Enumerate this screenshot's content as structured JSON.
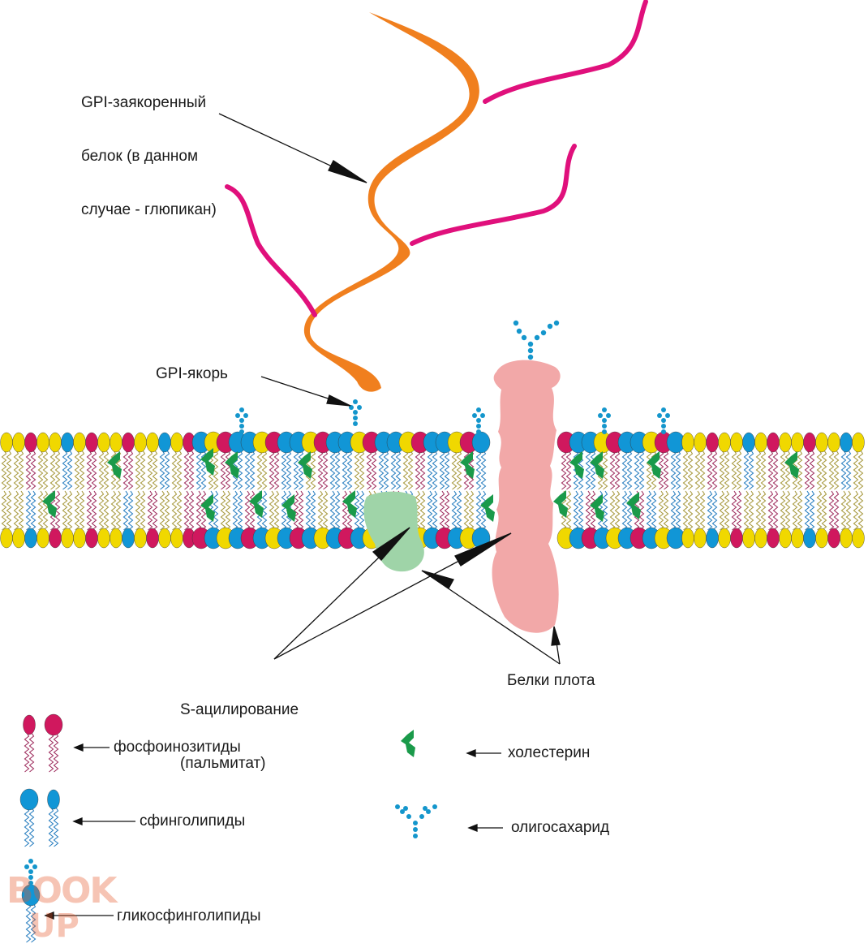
{
  "labels": {
    "gpi_protein_line1": "GPI-заякоренный",
    "gpi_protein_line2": "белок (в данном",
    "gpi_protein_line3": "случае - глюпикан)",
    "gpi_anchor": "GPI-якорь",
    "s_acylation_line1": "S-ацилирование",
    "s_acylation_line2": "(пальмитат)",
    "raft_proteins": "Белки плота"
  },
  "legend": {
    "phosphoinositides": "фосфоинозитиды",
    "sphingolipids": "сфинголипиды",
    "glycosphingolipids": "гликосфинголипиды",
    "cholesterol": "холестерин",
    "oligosaccharide": "олигосахарид"
  },
  "watermark": {
    "top": "BOOK",
    "bottom": "UP"
  },
  "colors": {
    "phosphoinositide": "#d0185e",
    "sphingolipid": "#1196d6",
    "phospholipid": "#f0d800",
    "cholesterol": "#1a9a4a",
    "gpi_protein": "#f07f1e",
    "glypican_chains": "#e0107c",
    "raft_protein": "#f2a8a8",
    "acylated_protein": "#9fd4a8",
    "oligosaccharide": "#1496cc"
  }
}
